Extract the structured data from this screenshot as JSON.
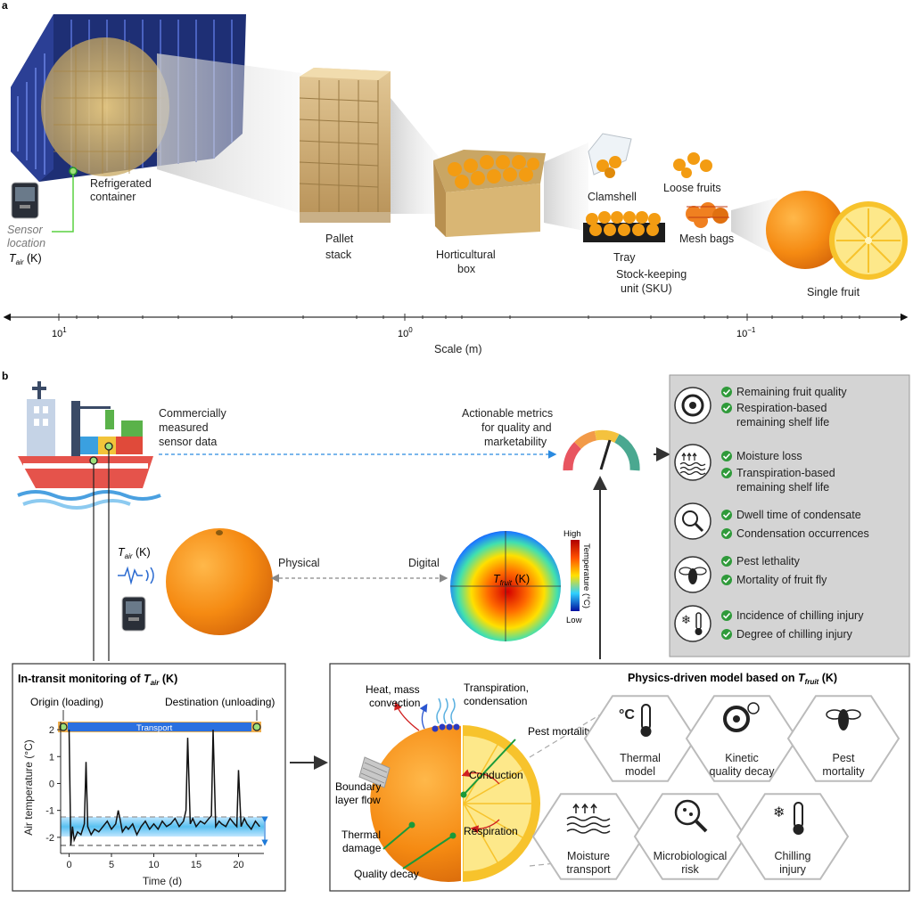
{
  "panel_a": {
    "letter": "a",
    "sensor_label_1": "Sensor",
    "sensor_label_2": "location",
    "sensor_tair": "T",
    "sensor_tair_sub": "air",
    "sensor_tair_unit": " (K)",
    "container_1": "Refrigerated",
    "container_2": "container",
    "pallet_1": "Pallet",
    "pallet_2": "stack",
    "box_1": "Horticultural",
    "box_2": "box",
    "clamshell": "Clamshell",
    "loose": "Loose fruits",
    "tray": "Tray",
    "mesh": "Mesh bags",
    "sku_1": "Stock-keeping",
    "sku_2": "unit (SKU)",
    "single": "Single fruit",
    "scale_ticks": [
      {
        "base": "10",
        "exp": "1"
      },
      {
        "base": "10",
        "exp": "0"
      },
      {
        "base": "10",
        "exp": "−1"
      }
    ],
    "scale_label": "Scale (m)"
  },
  "panel_b": {
    "letter": "b",
    "commercial_1": "Commercially",
    "commercial_2": "measured",
    "commercial_3": "sensor data",
    "actionable_1": "Actionable metrics",
    "actionable_2": "for quality and",
    "actionable_3": "marketability",
    "tair": "T",
    "tair_sub": "air",
    "tair_unit": " (K)",
    "physical": "Physical",
    "digital": "Digital",
    "tfruit": "T",
    "tfruit_sub": "fruit",
    "tfruit_unit": " (K)",
    "colorbar_high": "High",
    "colorbar_low": "Low",
    "colorbar_title": "Temperature (°C)",
    "metric_groups": [
      {
        "icon": "quality-wheel-icon",
        "items": [
          [
            "Remaining fruit quality"
          ],
          [
            "Respiration-based",
            "remaining shelf life"
          ]
        ]
      },
      {
        "icon": "moisture-icon",
        "items": [
          [
            "Moisture loss"
          ],
          [
            "Transpiration-based",
            "remaining shelf life"
          ]
        ]
      },
      {
        "icon": "magnifier-icon",
        "items": [
          [
            "Dwell time of condensate"
          ],
          [
            "Condensation occurrences"
          ]
        ]
      },
      {
        "icon": "fruit-fly-icon",
        "items": [
          [
            "Pest lethality"
          ],
          [
            "Mortality of fruit fly"
          ]
        ]
      },
      {
        "icon": "thermometer-snow-icon",
        "items": [
          [
            "Incidence of chilling injury"
          ],
          [
            "Degree of chilling injury"
          ]
        ]
      }
    ],
    "monitor_title": "In-transit monitoring of ",
    "monitor_title_sym": "T",
    "monitor_title_sub": "air",
    "monitor_title_unit": " (K)",
    "origin": "Origin (loading)",
    "destination": "Destination (unloading)",
    "transport": "Transport",
    "physics_title": "Physics-driven model based on ",
    "physics_sym": "T",
    "physics_sub": "fruit",
    "physics_unit": " (K)",
    "heat_1": "Heat, mass",
    "heat_2": "convection",
    "transp_1": "Transpiration,",
    "transp_2": "condensation",
    "pest_mortality": "Pest mortality",
    "conduction": "Conduction",
    "respiration": "Respiration",
    "boundary_1": "Boundary",
    "boundary_2": "layer flow",
    "thermal_1": "Thermal",
    "thermal_2": "damage",
    "quality_decay": "Quality decay",
    "hexagons": [
      {
        "icon": "thermometer-icon",
        "label": [
          "Thermal",
          "model"
        ]
      },
      {
        "icon": "gear-wheel-icon",
        "label": [
          "Kinetic",
          "quality decay"
        ]
      },
      {
        "icon": "pest-icon",
        "label": [
          "Pest",
          "mortality"
        ]
      },
      {
        "icon": "moisture-icon",
        "label": [
          "Moisture",
          "transport"
        ]
      },
      {
        "icon": "microscope-icon",
        "label": [
          "Microbiological",
          "risk"
        ]
      },
      {
        "icon": "snow-thermometer-icon",
        "label": [
          "Chilling",
          "injury"
        ]
      }
    ]
  },
  "chart_data": {
    "type": "line",
    "title": "",
    "xlabel": "Time (d)",
    "ylabel": "Air temperature (°C)",
    "xlim": [
      -1,
      23
    ],
    "ylim": [
      -2.6,
      2.3
    ],
    "xticks": [
      0,
      5,
      10,
      15,
      20
    ],
    "yticks": [
      -2,
      -1,
      0,
      1,
      2
    ],
    "grid": false,
    "x": [
      0,
      0.2,
      0.4,
      0.6,
      1.0,
      1.4,
      1.8,
      2.0,
      2.2,
      2.6,
      3.0,
      3.5,
      4.0,
      4.5,
      5.0,
      5.5,
      5.8,
      6.0,
      6.3,
      6.7,
      7.0,
      7.5,
      8.0,
      8.5,
      9.0,
      9.5,
      10.0,
      10.5,
      11.0,
      11.5,
      12.0,
      12.5,
      13.0,
      13.5,
      13.8,
      14.0,
      14.3,
      14.6,
      15.0,
      15.5,
      16.0,
      16.5,
      16.8,
      17.0,
      17.3,
      17.7,
      18.0,
      18.5,
      19.0,
      19.5,
      19.8,
      20.0,
      20.3,
      20.7,
      21.0,
      21.5,
      22.0,
      22.5
    ],
    "y": [
      2.0,
      -2.3,
      -1.6,
      -2.1,
      -1.8,
      -1.9,
      -1.5,
      0.8,
      -1.6,
      -1.9,
      -1.7,
      -1.8,
      -1.6,
      -1.4,
      -1.7,
      -1.5,
      -1.0,
      -1.3,
      -1.8,
      -1.6,
      -1.7,
      -1.5,
      -1.9,
      -1.6,
      -1.4,
      -1.7,
      -1.5,
      -1.7,
      -1.4,
      -1.6,
      -1.5,
      -1.3,
      -1.6,
      -1.4,
      -1.0,
      1.7,
      -1.5,
      -1.3,
      -1.6,
      -1.4,
      -1.5,
      -1.3,
      -1.2,
      2.0,
      -1.6,
      -1.4,
      -1.5,
      -1.6,
      -1.3,
      -1.5,
      -1.6,
      0.5,
      -1.6,
      -1.3,
      -1.5,
      -1.7,
      -1.4,
      -1.6
    ]
  }
}
